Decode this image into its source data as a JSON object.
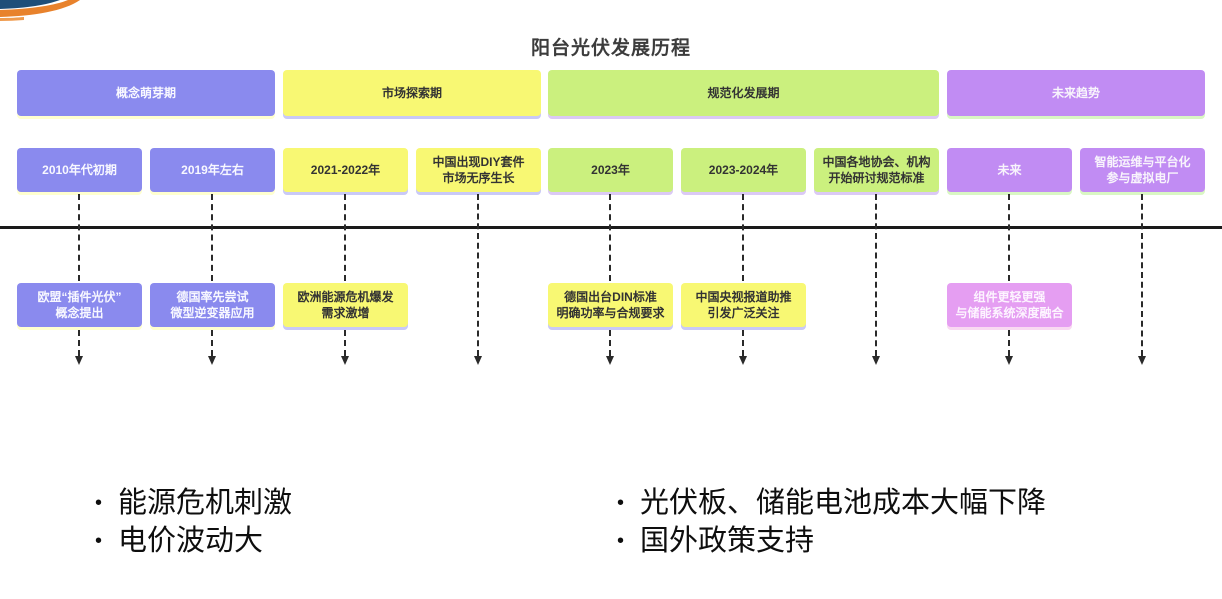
{
  "slide": {
    "title": "阳台光伏发展历程",
    "logo": "orange-blue-swoosh-logo"
  },
  "phases": [
    {
      "label": "概念萌芽期",
      "color": "#8a8aee",
      "text_color": "#ffffff"
    },
    {
      "label": "市场探索期",
      "color": "#f8f873",
      "text_color": "#333333"
    },
    {
      "label": "规范化发展期",
      "color": "#cbf07e",
      "text_color": "#333333"
    },
    {
      "label": "未来趋势",
      "color": "#c18cf3",
      "text_color": "#ffffff"
    }
  ],
  "columns": [
    {
      "milestone": "2010年代初期",
      "desc": "欧盟“插件光伏”\n概念提出"
    },
    {
      "milestone": "2019年左右",
      "desc": "德国率先尝试\n微型逆变器应用"
    },
    {
      "milestone": "2021-2022年",
      "desc": "欧洲能源危机爆发\n需求激增"
    },
    {
      "milestone": "中国出现DIY套件\n市场无序生长",
      "desc": ""
    },
    {
      "milestone": "2023年",
      "desc": "德国出台DIN标准\n明确功率与合规要求"
    },
    {
      "milestone": "2023-2024年",
      "desc": "中国央视报道助推\n引发广泛关注"
    },
    {
      "milestone": "中国各地协会、机构\n开始研讨规范标准",
      "desc": ""
    },
    {
      "milestone": "未来",
      "desc": "组件更轻更强\n与储能系统深度融合"
    },
    {
      "milestone": "智能运维与平台化\n参与虚拟电厂",
      "desc": ""
    }
  ],
  "bullets": {
    "left": [
      "能源危机刺激",
      "电价波动大"
    ],
    "right": [
      "光伏板、储能电池成本大幅下降",
      "国外政策支持"
    ]
  },
  "bullet_glyph": "•",
  "colors": {
    "purple": "#8a8aee",
    "yellow": "#f8f873",
    "green": "#cbf07e",
    "violet": "#c18cf3",
    "pink": "#e59ef2",
    "axis_line": "#1a1a1a",
    "logo_navy": "#1e4e79",
    "logo_orange": "#e8822c"
  }
}
